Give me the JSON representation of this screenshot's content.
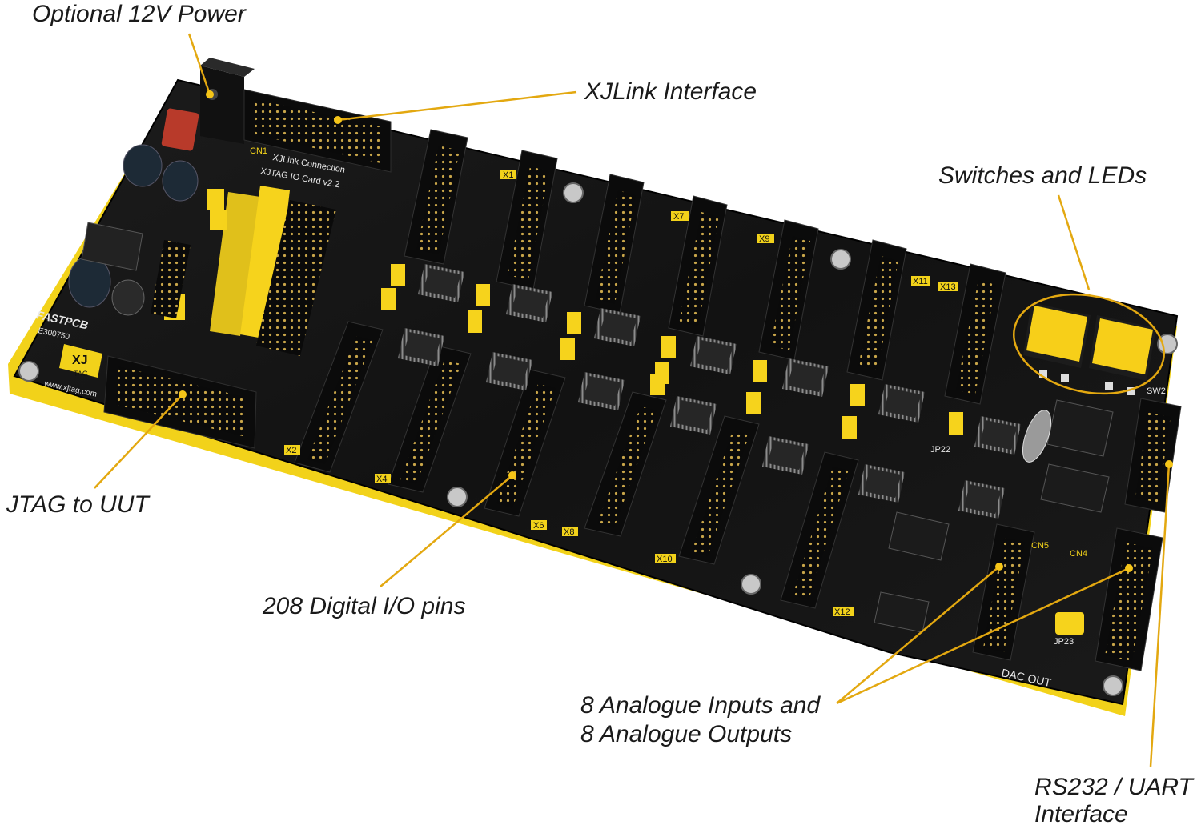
{
  "callouts": {
    "power": "Optional 12V Power",
    "xjlink": "XJLink Interface",
    "switches_leds": "Switches and LEDs",
    "jtag": "JTAG to UUT",
    "digital_io": "208 Digital I/O pins",
    "analogue_line1": "8 Analogue Inputs and",
    "analogue_line2": "8 Analogue Outputs",
    "rs232_line1": "RS232 / UART",
    "rs232_line2": "Interface"
  },
  "board_text": {
    "cn1": "CN1",
    "xjlink_connection": "XJLink Connection",
    "card_version": "XJTAG IO Card v2.2",
    "fastpcb": "FASTPCB",
    "board_code": "E300750",
    "xj": "XJ",
    "tag": "TAG",
    "website": "www.xjtag.com",
    "dac_out": "DAC OUT",
    "sw2": "SW2",
    "jp23": "JP23",
    "jp22": "JP22",
    "cn4": "CN4",
    "cn5": "CN5",
    "x1": "X1",
    "x2": "X2",
    "x4": "X4",
    "x6": "X6",
    "x7": "X7",
    "x8": "X8",
    "x9": "X9",
    "x10": "X10",
    "x11": "X11",
    "x12": "X12",
    "x13": "X13"
  },
  "colors": {
    "pcb": "#151515",
    "silkscreen_yellow": "#f2d21a",
    "leader_line": "#e3a810",
    "connector": "#0b0b0b",
    "jumper_yellow": "#f6d31c",
    "ic_body": "#2a2a2a",
    "capacitor": "#1d2a36",
    "power_jack": "#111111",
    "button_yellow": "#f7cf19"
  }
}
